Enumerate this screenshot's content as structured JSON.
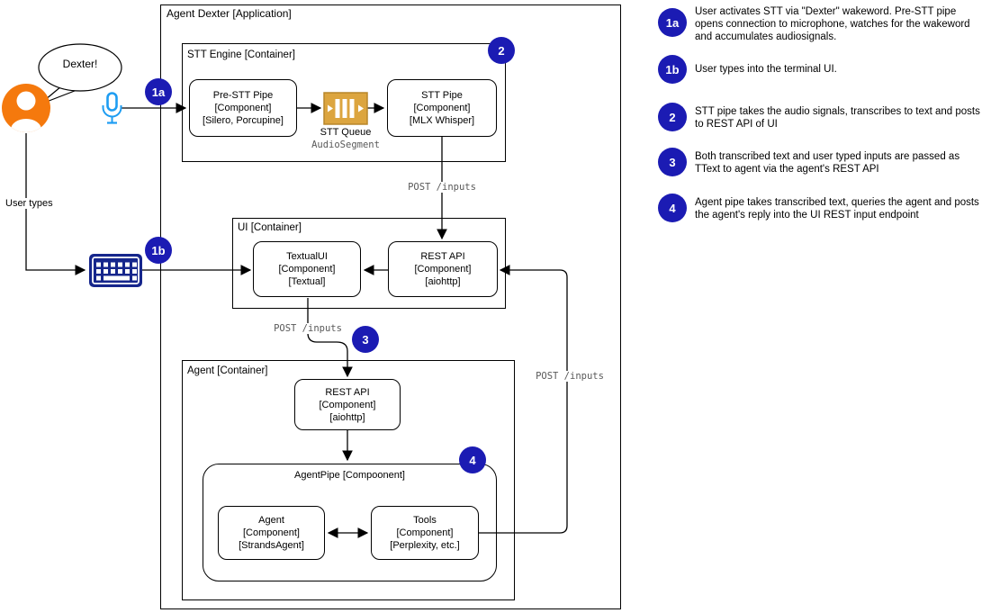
{
  "app": {
    "title": "Agent Dexter [Application]"
  },
  "actors": {
    "speech_bubble": "Dexter!",
    "user_types_label": "User types"
  },
  "containers": {
    "stt_engine": "STT Engine [Container]",
    "ui": "UI [Container]",
    "agent": "Agent [Container]"
  },
  "nodes": {
    "pre_stt": [
      "Pre-STT Pipe",
      "[Component]",
      "[Silero, Porcupine]"
    ],
    "stt_pipe": [
      "STT Pipe",
      "[Component]",
      "[MLX Whisper]"
    ],
    "textual_ui": [
      "TextualUI",
      "[Component]",
      "[Textual]"
    ],
    "ui_rest": [
      "REST API",
      "[Component]",
      "[aiohttp]"
    ],
    "agent_rest": [
      "REST API",
      "[Component]",
      "[aiohttp]"
    ],
    "agent_pipe": [
      "AgentPipe",
      "[Compoonent]"
    ],
    "agent": [
      "Agent",
      "[Component]",
      "[StrandsAgent]"
    ],
    "tools": [
      "Tools",
      "[Component]",
      "[Perplexity, etc.]"
    ]
  },
  "labels": {
    "stt_queue": "STT Queue",
    "audio_segment": "AudioSegment",
    "post_inputs_stt_to_ui": "POST /inputs",
    "post_inputs_ui_to_agent": "POST /inputs",
    "post_inputs_agent_to_ui": "POST /inputs"
  },
  "badges": {
    "b1a": "1a",
    "b1b": "1b",
    "b2": "2",
    "b3": "3",
    "b4": "4"
  },
  "legend": {
    "items": [
      {
        "num": "1a",
        "text": "User activates STT via \"Dexter\" wakeword. Pre-STT pipe opens connection to microphone, watches for the wakeword and accumulates audiosignals."
      },
      {
        "num": "1b",
        "text": "User types into the terminal UI."
      },
      {
        "num": "2",
        "text": "STT pipe takes the audio signals, transcribes to text and posts to REST API of UI"
      },
      {
        "num": "3",
        "text": "Both transcribed text and user typed inputs are passed as TText to agent via the agent's REST API"
      },
      {
        "num": "4",
        "text": "Agent pipe takes transcribed text, queries the agent and posts the agent's reply into the UI REST input endpoint"
      }
    ]
  },
  "colors": {
    "badge_blue": "#1b1bb3",
    "person_orange": "#f5790d",
    "mic_blue": "#1e9df2",
    "keyboard_navy": "#16268c",
    "queue_gold": "#dca53f",
    "mono_gray": "#595959"
  }
}
